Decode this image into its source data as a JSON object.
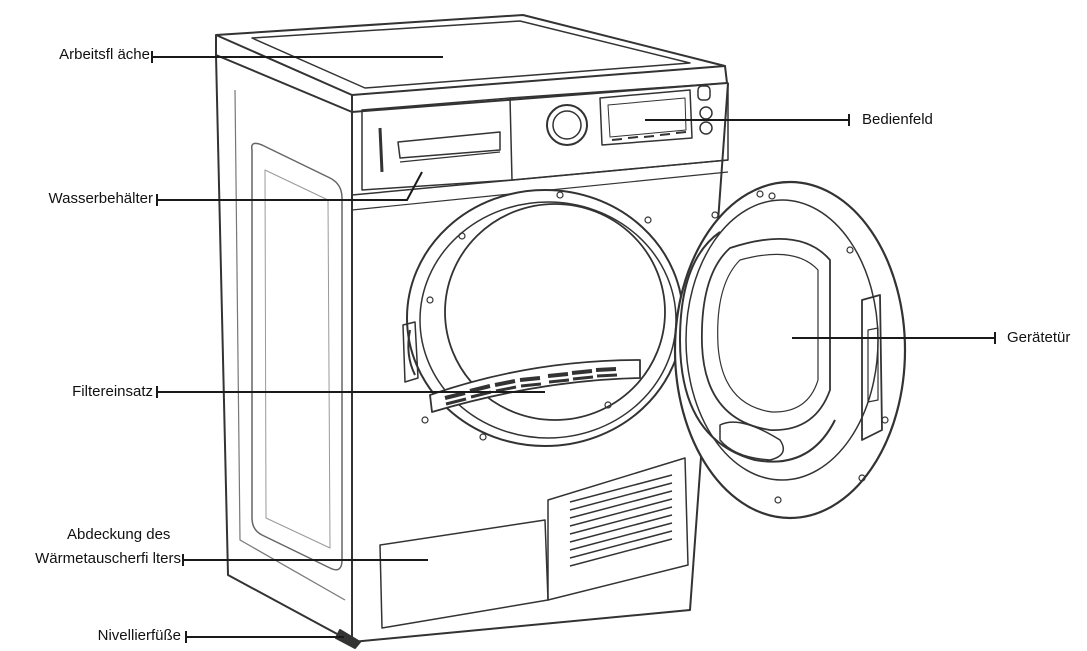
{
  "labels": {
    "arbeitsflaeche": "Arbeitsfl äche",
    "wasserbehaelter": "Wasserbehälter",
    "filtereinsatz": "Filtereinsatz",
    "abdeckung_line1": "Abdeckung des",
    "abdeckung_line2": "Wärmetauscherfi lters",
    "nivellierfuesse": "Nivellierfüße",
    "bedienfeld": "Bedienfeld",
    "geraetetuer": "Gerätetür"
  },
  "colors": {
    "line": "#1a1a1a",
    "drawing": "#333333",
    "background": "#ffffff"
  }
}
